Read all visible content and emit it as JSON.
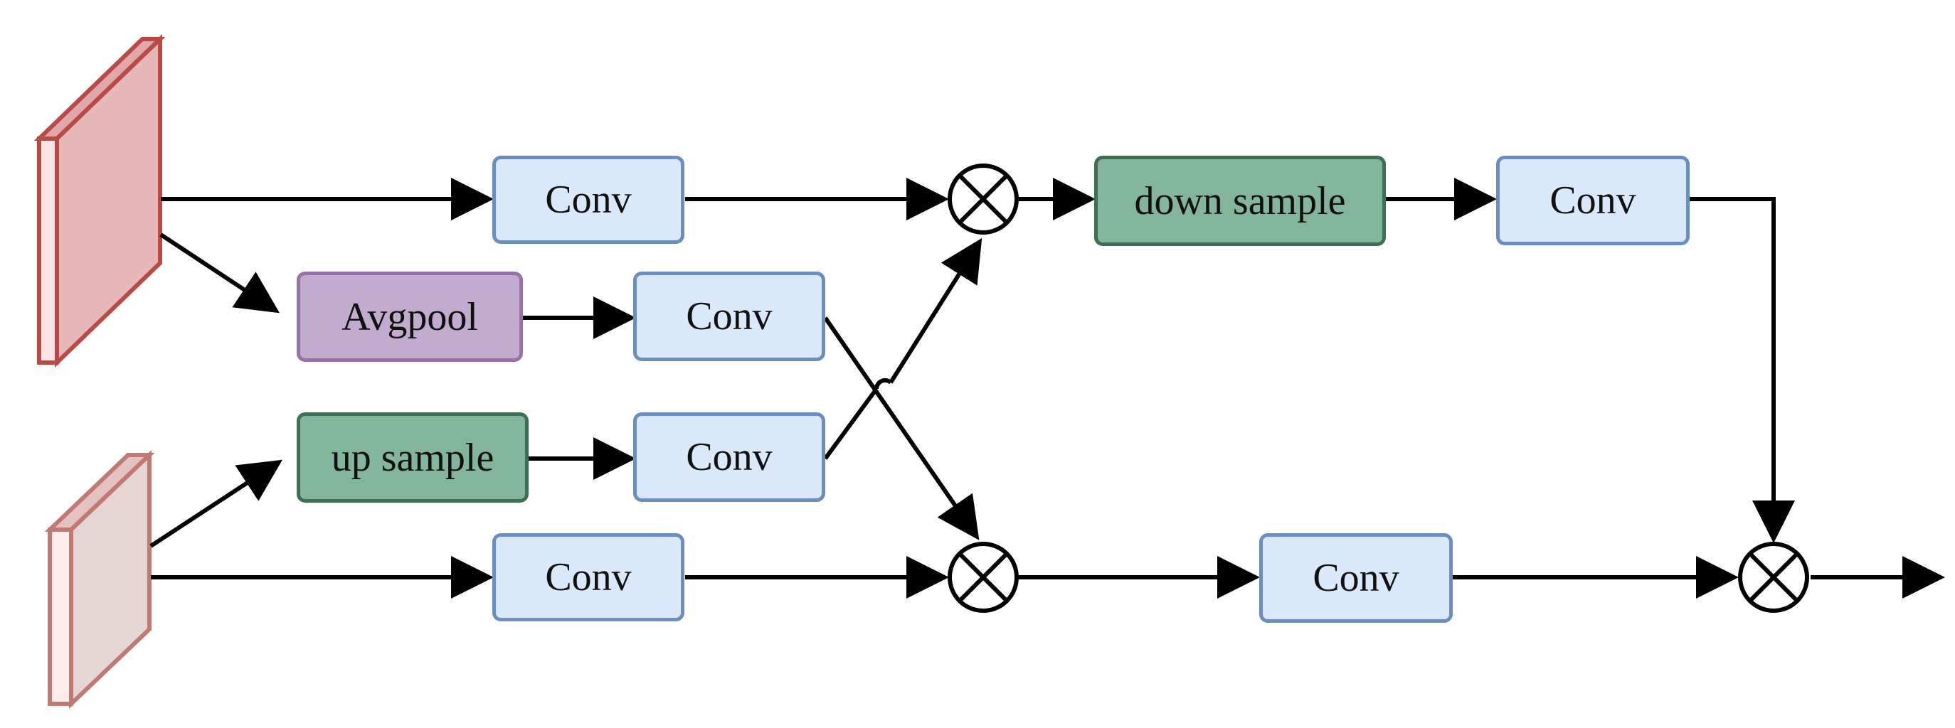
{
  "diagram": {
    "blocks": {
      "conv_top": "Conv",
      "avgpool": "Avgpool",
      "conv_pool": "Conv",
      "up_sample": "up sample",
      "conv_up": "Conv",
      "conv_bottom": "Conv",
      "down_sample": "down sample",
      "conv_down": "Conv",
      "conv_merge": "Conv"
    },
    "colors": {
      "conv_fill": "#dae8fc",
      "conv_border": "#6c8ebf",
      "pool_fill": "#c3abd0",
      "pool_border": "#9673a6",
      "sample_fill": "#82b59b",
      "sample_border": "#3e6f54",
      "feature_high": "#e6b8b8",
      "feature_low": "#e6d0d0",
      "line": "#000000"
    },
    "operators": [
      "multiply-node-top",
      "multiply-node-bottom",
      "multiply-node-output"
    ]
  }
}
